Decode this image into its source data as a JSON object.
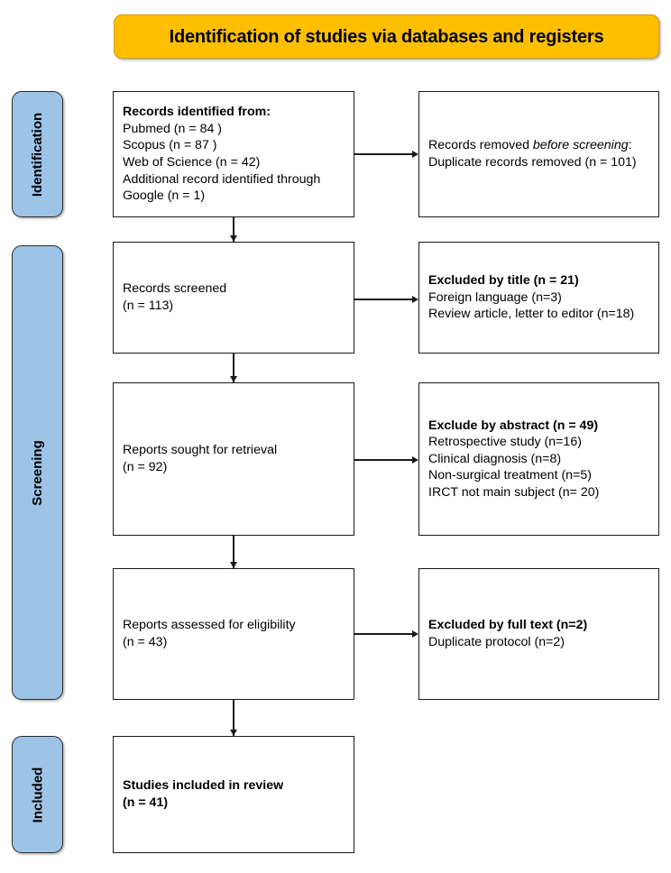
{
  "diagram": {
    "title": "Identification of studies via databases and registers",
    "accent_banner_color": "#FFBF00",
    "stage_bar_color": "#9DC3E6",
    "box_border_color": "#1A1A1A"
  },
  "stages": [
    {
      "id": "identification",
      "label": "Identification"
    },
    {
      "id": "screening",
      "label": "Screening"
    },
    {
      "id": "included",
      "label": "Included"
    }
  ],
  "boxes": {
    "identified": {
      "heading": "Records identified from:",
      "lines": [
        "Pubmed (n = 84 )",
        "Scopus (n = 87 )",
        "Web of Science (n = 42)",
        "Additional record identified through",
        "Google (n = 1)"
      ]
    },
    "removed": {
      "line1_prefix": "Records removed ",
      "line1_italic": "before screening",
      "line1_suffix": ":",
      "line2": "Duplicate records removed  (n = 101)"
    },
    "screened": {
      "line1": "Records screened",
      "line2": "(n = 113)"
    },
    "excluded_title": {
      "heading": "Excluded by title (n = 21)",
      "lines": [
        "Foreign language (n=3)",
        "Review article, letter to editor (n=18)"
      ]
    },
    "sought": {
      "line1": "Reports sought for retrieval",
      "line2": "(n = 92)"
    },
    "excluded_abstract": {
      "heading": "Exclude by abstract (n = 49)",
      "lines": [
        "Retrospective study (n=16)",
        "Clinical diagnosis (n=8)",
        "Non-surgical treatment (n=5)",
        "IRCT not main subject (n= 20)"
      ]
    },
    "assessed": {
      "line1": "Reports assessed for eligibility",
      "line2": "(n = 43)"
    },
    "excluded_fulltext": {
      "heading": "Excluded by full text (n=2)",
      "lines": [
        "Duplicate protocol (n=2)"
      ]
    },
    "included": {
      "line1": "Studies included in review",
      "line2": "(n = 41)"
    }
  },
  "chart_data": {
    "type": "diagram",
    "title": "Identification of studies via databases and registers",
    "nodes": [
      {
        "id": "identified",
        "stage": "Identification",
        "column": "left",
        "label": "Records identified from:",
        "counts": {
          "Pubmed": 84,
          "Scopus": 87,
          "Web of Science": 42,
          "Google (additional record)": 1
        }
      },
      {
        "id": "removed",
        "stage": "Identification",
        "column": "right",
        "label": "Records removed before screening: Duplicate records removed",
        "counts": {
          "duplicates_removed": 101
        }
      },
      {
        "id": "screened",
        "stage": "Screening",
        "column": "left",
        "label": "Records screened",
        "counts": {
          "n": 113
        }
      },
      {
        "id": "excluded_title",
        "stage": "Screening",
        "column": "right",
        "label": "Excluded by title",
        "counts": {
          "total": 21,
          "Foreign language": 3,
          "Review article, letter to editor": 18
        }
      },
      {
        "id": "sought",
        "stage": "Screening",
        "column": "left",
        "label": "Reports sought for retrieval",
        "counts": {
          "n": 92
        }
      },
      {
        "id": "excluded_abstract",
        "stage": "Screening",
        "column": "right",
        "label": "Exclude by abstract",
        "counts": {
          "total": 49,
          "Retrospective study": 16,
          "Clinical diagnosis": 8,
          "Non-surgical treatment": 5,
          "IRCT not main subject": 20
        }
      },
      {
        "id": "assessed",
        "stage": "Screening",
        "column": "left",
        "label": "Reports assessed for eligibility",
        "counts": {
          "n": 43
        }
      },
      {
        "id": "excluded_fulltext",
        "stage": "Screening",
        "column": "right",
        "label": "Excluded by full text",
        "counts": {
          "total": 2,
          "Duplicate protocol": 2
        }
      },
      {
        "id": "included",
        "stage": "Included",
        "column": "left",
        "label": "Studies included in review",
        "counts": {
          "n": 41
        }
      }
    ],
    "edges": [
      {
        "from": "identified",
        "to": "removed",
        "direction": "right"
      },
      {
        "from": "identified",
        "to": "screened",
        "direction": "down"
      },
      {
        "from": "screened",
        "to": "excluded_title",
        "direction": "right"
      },
      {
        "from": "screened",
        "to": "sought",
        "direction": "down"
      },
      {
        "from": "sought",
        "to": "excluded_abstract",
        "direction": "right"
      },
      {
        "from": "sought",
        "to": "assessed",
        "direction": "down"
      },
      {
        "from": "assessed",
        "to": "excluded_fulltext",
        "direction": "right"
      },
      {
        "from": "assessed",
        "to": "included",
        "direction": "down"
      }
    ]
  }
}
